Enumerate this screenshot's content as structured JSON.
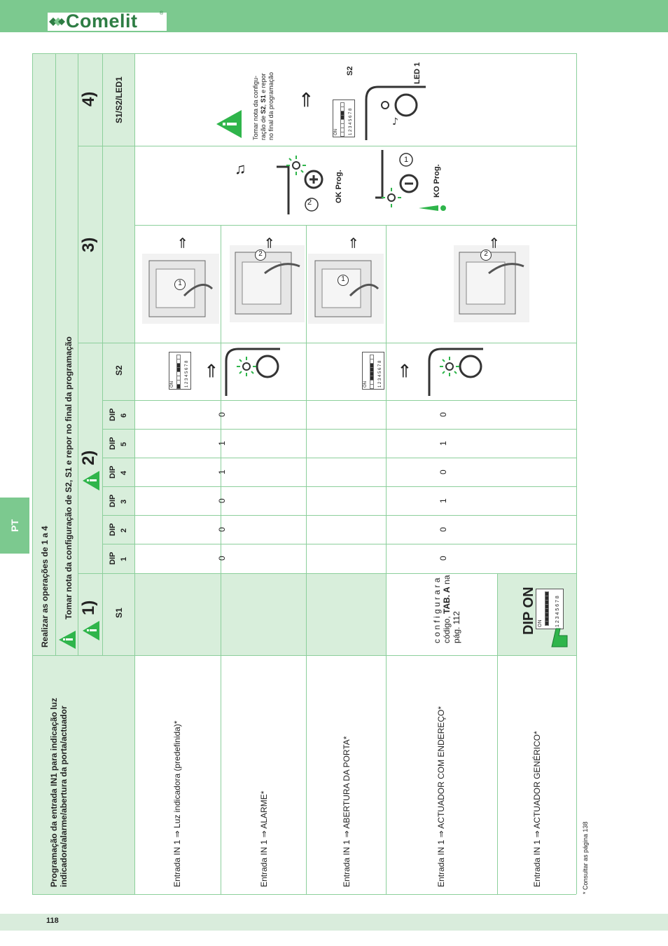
{
  "header": {
    "brand": "Comelit",
    "registered": "®"
  },
  "side_tab": {
    "label": "PT"
  },
  "page_number": "118",
  "footnote": "* Consultar as página 138",
  "table": {
    "title_line1": "Programação da entrada IN1 para indicação luz",
    "title_line2": "indicadora/alarme/abertura da porta/actuador",
    "instruction": "Realizar as operações de 1 a 4",
    "note": "Tomar nota da configuração de S2, S1 e repor no final da programação",
    "steps": [
      "1)",
      "2)",
      "3)",
      "4)"
    ],
    "col_s1": "S1",
    "dip_labels": [
      {
        "line1": "DIP",
        "line2": "1"
      },
      {
        "line1": "DIP",
        "line2": "2"
      },
      {
        "line1": "DIP",
        "line2": "3"
      },
      {
        "line1": "DIP",
        "line2": "4"
      },
      {
        "line1": "DIP",
        "line2": "5"
      },
      {
        "line1": "DIP",
        "line2": "6"
      }
    ],
    "col_s2": "S2",
    "col_s1s2led": "S1/S2/LED1",
    "rows": [
      {
        "label": "Entrada IN 1 ⇒ Luz indicadora (predefinida)*"
      },
      {
        "label": "Entrada IN 1 ⇒ ALARME*"
      },
      {
        "label": "Entrada IN 1 ⇒ ABERTURA DA PORTA*"
      },
      {
        "label": "Entrada  IN 1 ⇒  ACTUADOR COM ENDEREÇO*"
      },
      {
        "label": "Entrada IN 1 ⇒  ACTUADOR GENÉRICO*"
      }
    ],
    "group_a_values": [
      "0",
      "0",
      "0",
      "1",
      "1",
      "0"
    ],
    "group_b_values": [
      "0",
      "0",
      "1",
      "0",
      "1",
      "0"
    ],
    "config_line1": "c o n f i g u r a r a",
    "config_line2_pre": "código, ",
    "config_line2_bold": "TAB. A",
    "config_line2_post": " na",
    "config_line3": "pág. 112",
    "dip_on": "DIP ON",
    "dip_switch_on": "ON",
    "dip_switch_numbers": "1 2 3 4 5 6 7 8",
    "ok_prog": "OK Prog.",
    "ko_prog": "KO Prog.",
    "step4_note_l1": "Tomar nota da configu-",
    "step4_note_l2_pre": "ração de ",
    "step4_note_l2_b1": "S2",
    "step4_note_l2_mid": ", ",
    "step4_note_l2_b2": "S1",
    "step4_note_l2_post": " e repor",
    "step4_note_l3": "no final da programação",
    "s2_label": "S2",
    "led1_label": "LED 1",
    "press_1": "1",
    "press_2": "2",
    "arrow": "⇒",
    "colors": {
      "header_green": "#7cc98f",
      "cell_green": "#d8eedb",
      "line_green": "#8ccf9b",
      "logo_green": "#2e7d44",
      "led_green": "#2fb54b"
    }
  }
}
